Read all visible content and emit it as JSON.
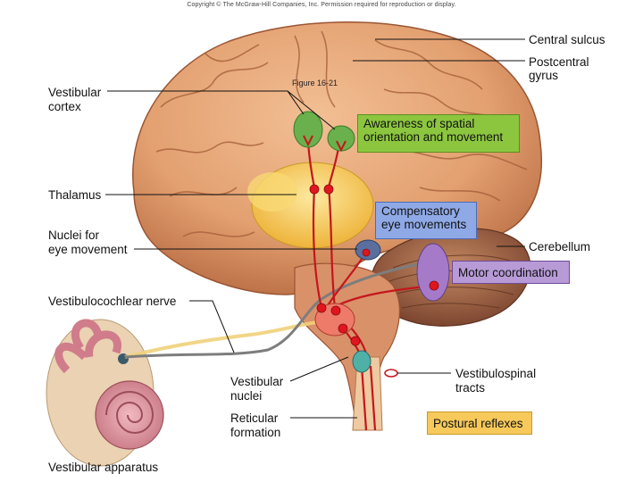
{
  "copyright": "Copyright © The McGraw-Hill Companies, Inc. Permission required for reproduction or display.",
  "figure_label": "Figure 16-21",
  "labels": {
    "central_sulcus": "Central sulcus",
    "postcentral_gyrus_1": "Postcentral",
    "postcentral_gyrus_2": "gyrus",
    "vestibular_cortex_1": "Vestibular",
    "vestibular_cortex_2": "cortex",
    "thalamus": "Thalamus",
    "nuclei_eye_1": "Nuclei for",
    "nuclei_eye_2": "eye movement",
    "cerebellum": "Cerebellum",
    "vestibulocochlear_nerve": "Vestibulocochlear nerve",
    "vestibular_nuclei_1": "Vestibular",
    "vestibular_nuclei_2": "nuclei",
    "reticular_formation_1": "Reticular",
    "reticular_formation_2": "formation",
    "vestibulospinal_1": "Vestibulospinal",
    "vestibulospinal_2": "tracts",
    "vestibular_apparatus": "Vestibular apparatus"
  },
  "boxes": {
    "awareness_1": "Awareness of spatial",
    "awareness_2": "orientation and movement",
    "compensatory_1": "Compensatory",
    "compensatory_2": "eye movements",
    "motor": "Motor coordination",
    "postural": "Postural reflexes"
  },
  "colors": {
    "brain": "#e3a070",
    "thalamus": "#f4c24f",
    "cerebellum": "#a96a4a",
    "pathway": "#c4161c",
    "nerve": "#7d7d7d",
    "green_box": "#8cc63f",
    "blue_box": "#8fa9e6",
    "purple_box": "#b79ad6",
    "yellow_box": "#f6c95a"
  }
}
